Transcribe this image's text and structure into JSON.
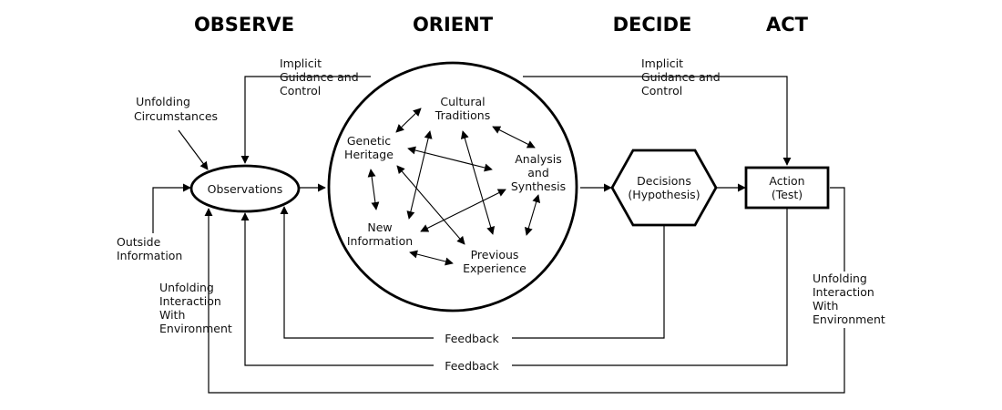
{
  "headers": {
    "observe": "OBSERVE",
    "orient": "ORIENT",
    "decide": "DECIDE",
    "act": "ACT"
  },
  "observe": {
    "unfolding_circumstances": [
      "Unfolding",
      "Circumstances"
    ],
    "observations": "Observations",
    "outside_information": [
      "Outside",
      "Information"
    ],
    "unfolding_interaction": [
      "Unfolding",
      "Interaction",
      "With",
      "Environment"
    ]
  },
  "orient": {
    "cultural_traditions": [
      "Cultural",
      "Traditions"
    ],
    "genetic_heritage": [
      "Genetic",
      "Heritage"
    ],
    "analysis_synthesis": [
      "Analysis",
      "and",
      "Synthesis"
    ],
    "new_information": [
      "New",
      "Information"
    ],
    "previous_experience": [
      "Previous",
      "Experience"
    ]
  },
  "decide": {
    "decisions": [
      "Decisions",
      "(Hypothesis)"
    ]
  },
  "act": {
    "action": [
      "Action",
      "(Test)"
    ],
    "unfolding_interaction": [
      "Unfolding",
      "Interaction",
      "With",
      "Environment"
    ]
  },
  "loops": {
    "implicit_guidance_left": [
      "Implicit",
      "Guidance and",
      "Control"
    ],
    "implicit_guidance_right": [
      "Implicit",
      "Guidance and",
      "Control"
    ],
    "feedback_1": "Feedback",
    "feedback_2": "Feedback"
  }
}
